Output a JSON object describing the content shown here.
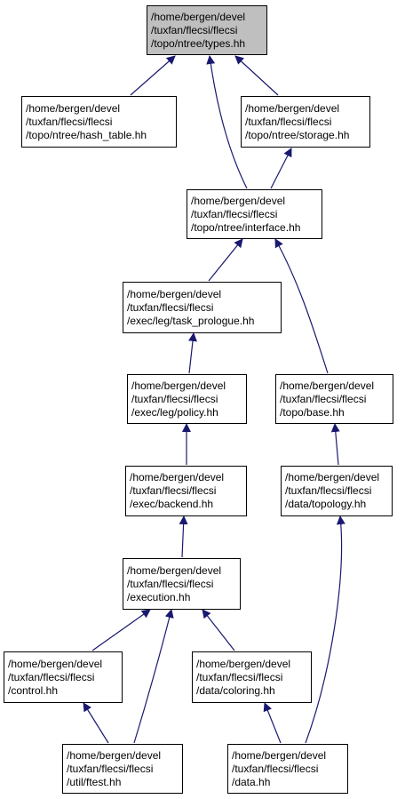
{
  "colors": {
    "edge": "#191970",
    "root_fill": "#bfbfbf",
    "node_fill": "#ffffff",
    "border": "#000000"
  },
  "nodes": {
    "types": {
      "lines": [
        "/home/bergen/devel",
        "/tuxfan/flecsi/flecsi",
        "/topo/ntree/types.hh"
      ]
    },
    "hash_table": {
      "lines": [
        "/home/bergen/devel",
        "/tuxfan/flecsi/flecsi",
        "/topo/ntree/hash_table.hh"
      ]
    },
    "storage": {
      "lines": [
        "/home/bergen/devel",
        "/tuxfan/flecsi/flecsi",
        "/topo/ntree/storage.hh"
      ]
    },
    "interface": {
      "lines": [
        "/home/bergen/devel",
        "/tuxfan/flecsi/flecsi",
        "/topo/ntree/interface.hh"
      ]
    },
    "task_prologue": {
      "lines": [
        "/home/bergen/devel",
        "/tuxfan/flecsi/flecsi",
        "/exec/leg/task_prologue.hh"
      ]
    },
    "policy": {
      "lines": [
        "/home/bergen/devel",
        "/tuxfan/flecsi/flecsi",
        "/exec/leg/policy.hh"
      ]
    },
    "base": {
      "lines": [
        "/home/bergen/devel",
        "/tuxfan/flecsi/flecsi",
        "/topo/base.hh"
      ]
    },
    "backend": {
      "lines": [
        "/home/bergen/devel",
        "/tuxfan/flecsi/flecsi",
        "/exec/backend.hh"
      ]
    },
    "topology": {
      "lines": [
        "/home/bergen/devel",
        "/tuxfan/flecsi/flecsi",
        "/data/topology.hh"
      ]
    },
    "execution": {
      "lines": [
        "/home/bergen/devel",
        "/tuxfan/flecsi/flecsi",
        "/execution.hh"
      ]
    },
    "control": {
      "lines": [
        "/home/bergen/devel",
        "/tuxfan/flecsi/flecsi",
        "/control.hh"
      ]
    },
    "coloring": {
      "lines": [
        "/home/bergen/devel",
        "/tuxfan/flecsi/flecsi",
        "/data/coloring.hh"
      ]
    },
    "ftest": {
      "lines": [
        "/home/bergen/devel",
        "/tuxfan/flecsi/flecsi",
        "/util/ftest.hh"
      ]
    },
    "data": {
      "lines": [
        "/home/bergen/devel",
        "/tuxfan/flecsi/flecsi",
        "/data.hh"
      ]
    }
  }
}
